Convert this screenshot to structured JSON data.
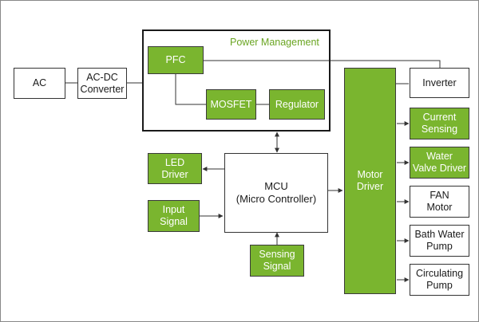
{
  "colors": {
    "green_fill": "#7ab52f",
    "label_green": "#6aa522",
    "line": "#333333"
  },
  "power_management": {
    "label": "Power Management"
  },
  "blocks": {
    "ac": "AC",
    "ac_dc": "AC-DC\nConverter",
    "pfc": "PFC",
    "mosfet": "MOSFET",
    "regulator": "Regulator",
    "led_driver": "LED\nDriver",
    "input_signal": "Input\nSignal",
    "mcu": "MCU\n(Micro Controller)",
    "sensing_signal": "Sensing\nSignal",
    "motor_driver": "Motor\nDriver",
    "inverter": "Inverter",
    "current_sensing": "Current\nSensing",
    "water_valve_driver": "Water\nValve Driver",
    "fan_motor": "FAN\nMotor",
    "bath_water_pump": "Bath Water\nPump",
    "circulating_pump": "Circulating\nPump"
  }
}
